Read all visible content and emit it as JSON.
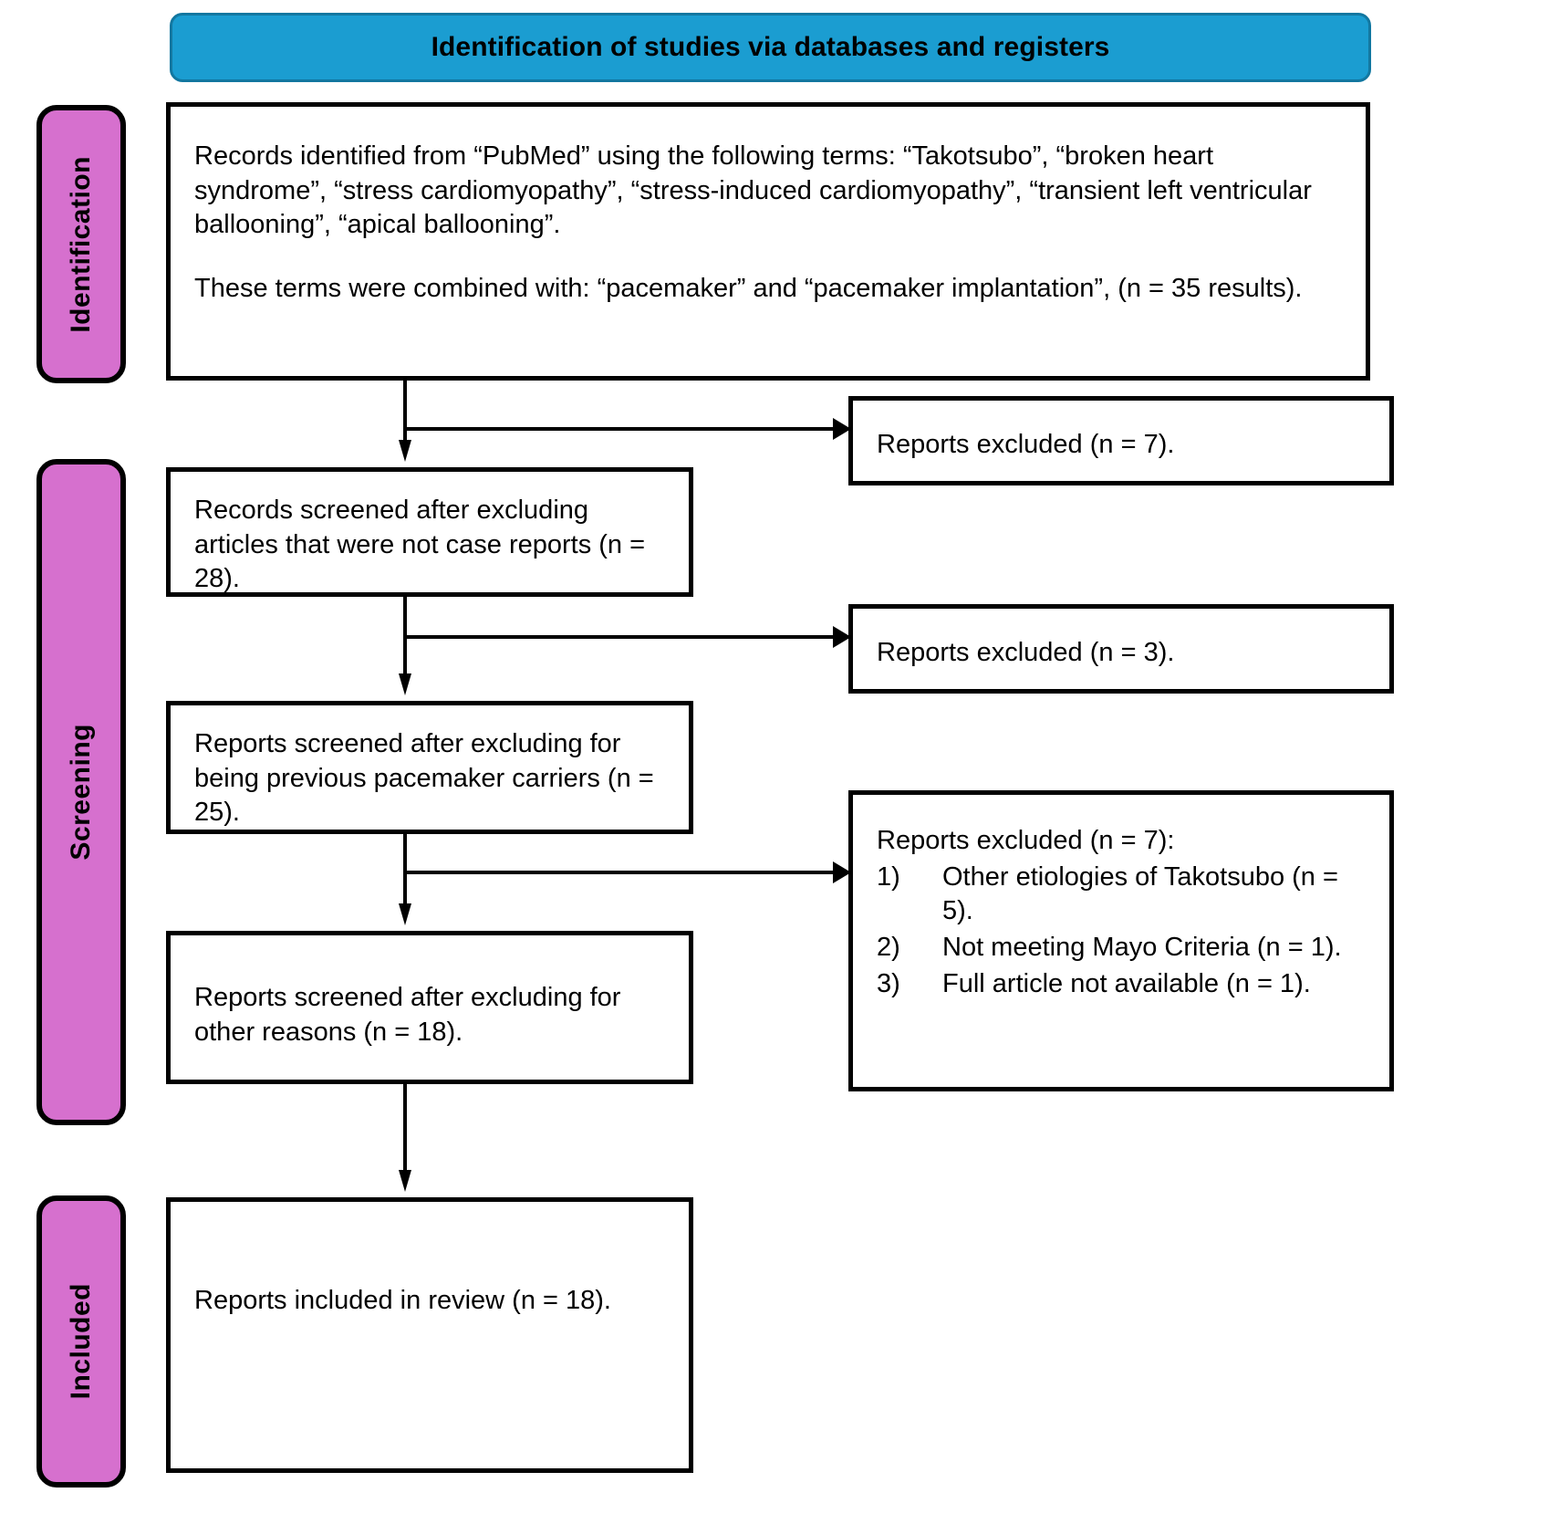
{
  "header": {
    "title": "Identification of studies via databases and registers",
    "banner_color": "#1B9DD1",
    "banner_border_color": "#1277A0"
  },
  "stages": [
    {
      "id": "identification",
      "label": "Identification",
      "color": "#D670CE"
    },
    {
      "id": "screening",
      "label": "Screening",
      "color": "#D670CE"
    },
    {
      "id": "included",
      "label": "Included",
      "color": "#D670CE"
    }
  ],
  "boxes": {
    "identified": {
      "paragraph1": "Records identified from “PubMed” using the following terms: “Takotsubo”, “broken heart syndrome”, “stress cardiomyopathy”, “stress-induced cardiomyopathy”, “transient left ventricular ballooning”, “apical ballooning”.",
      "paragraph2": "These terms were combined with: “pacemaker” and “pacemaker implantation”, (n = 35 results)."
    },
    "records_screened": {
      "text": "Records screened after excluding articles that were not case reports (n = 28)."
    },
    "reports_screened_pacemaker": {
      "text": "Reports screened after excluding for being previous pacemaker carriers (n = 25)."
    },
    "reports_screened_other": {
      "text": "Reports screened after excluding for other reasons (n = 18)."
    },
    "included": {
      "text": "Reports included in review (n = 18)."
    }
  },
  "exclusions": {
    "excluded_1": {
      "text": "Reports excluded (n = 7)."
    },
    "excluded_2": {
      "text": "Reports excluded (n = 3)."
    },
    "excluded_3": {
      "heading": "Reports excluded (n = 7):",
      "reasons": [
        {
          "num": "1)",
          "text": "Other etiologies of Takotsubo (n = 5)."
        },
        {
          "num": "2)",
          "text": "Not meeting Mayo Criteria (n = 1)."
        },
        {
          "num": "3)",
          "text": "Full article not available (n = 1)."
        }
      ]
    }
  },
  "chart_data": {
    "type": "diagram",
    "title": "PRISMA flow diagram — Identification of studies via databases and registers",
    "nodes": [
      {
        "stage": "Identification",
        "label": "Records identified from “PubMed”",
        "n": 35
      },
      {
        "stage": "Screening",
        "label": "Records screened after excluding articles that were not case reports",
        "n": 28
      },
      {
        "stage": "Screening",
        "label": "Reports screened after excluding for being previous pacemaker carriers",
        "n": 25
      },
      {
        "stage": "Screening",
        "label": "Reports screened after excluding for other reasons",
        "n": 18
      },
      {
        "stage": "Included",
        "label": "Reports included in review",
        "n": 18
      }
    ],
    "exclusions": [
      {
        "label": "Reports excluded",
        "n": 7
      },
      {
        "label": "Reports excluded",
        "n": 3
      },
      {
        "label": "Reports excluded",
        "n": 7,
        "breakdown": [
          {
            "reason": "Other etiologies of Takotsubo",
            "n": 5
          },
          {
            "reason": "Not meeting Mayo Criteria",
            "n": 1
          },
          {
            "reason": "Full article not available",
            "n": 1
          }
        ]
      }
    ]
  }
}
